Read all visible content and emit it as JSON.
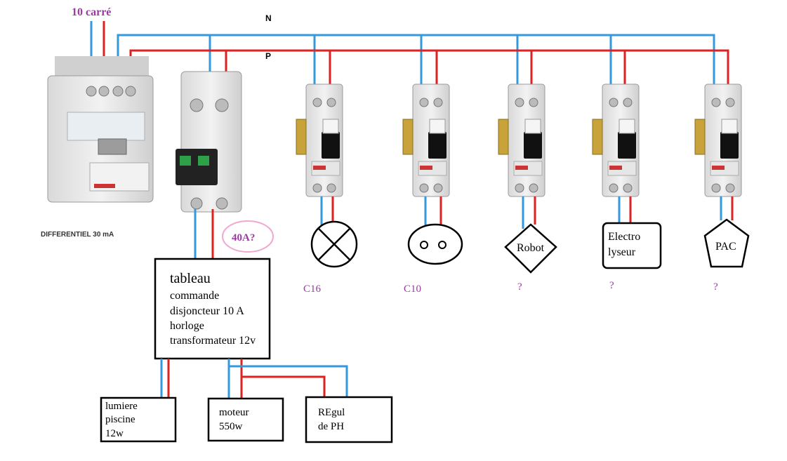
{
  "top_label": "10 carré",
  "neutral_label": "N",
  "phase_label": "P",
  "differential_label": "DIFFERENTIEL 30 mA",
  "main_breaker_note": "40A?",
  "tableau": {
    "title": "tableau",
    "lines": [
      "commande",
      "disjoncteur 10 A",
      "horloge",
      "transformateur 12v"
    ]
  },
  "loads": [
    {
      "symbol": "lamp",
      "rating": "C16"
    },
    {
      "symbol": "socket",
      "rating": "C10"
    },
    {
      "symbol": "diamond",
      "label": "Robot",
      "rating": "?"
    },
    {
      "symbol": "rect",
      "label_line1": "Electro",
      "label_line2": "lyseur",
      "rating": "?"
    },
    {
      "symbol": "pentagon",
      "label": "PAC",
      "rating": "?"
    }
  ],
  "sub_loads": [
    {
      "line1": "lumiere",
      "line2": "piscine",
      "line3": "12w"
    },
    {
      "line1": "moteur",
      "line2": "550w"
    },
    {
      "line1": "REgul",
      "line2": "de PH"
    }
  ],
  "colors": {
    "neutral": "#3399dd",
    "phase": "#dd2222",
    "note": "#9b3aa0",
    "note_ring": "#f0a8d0"
  }
}
